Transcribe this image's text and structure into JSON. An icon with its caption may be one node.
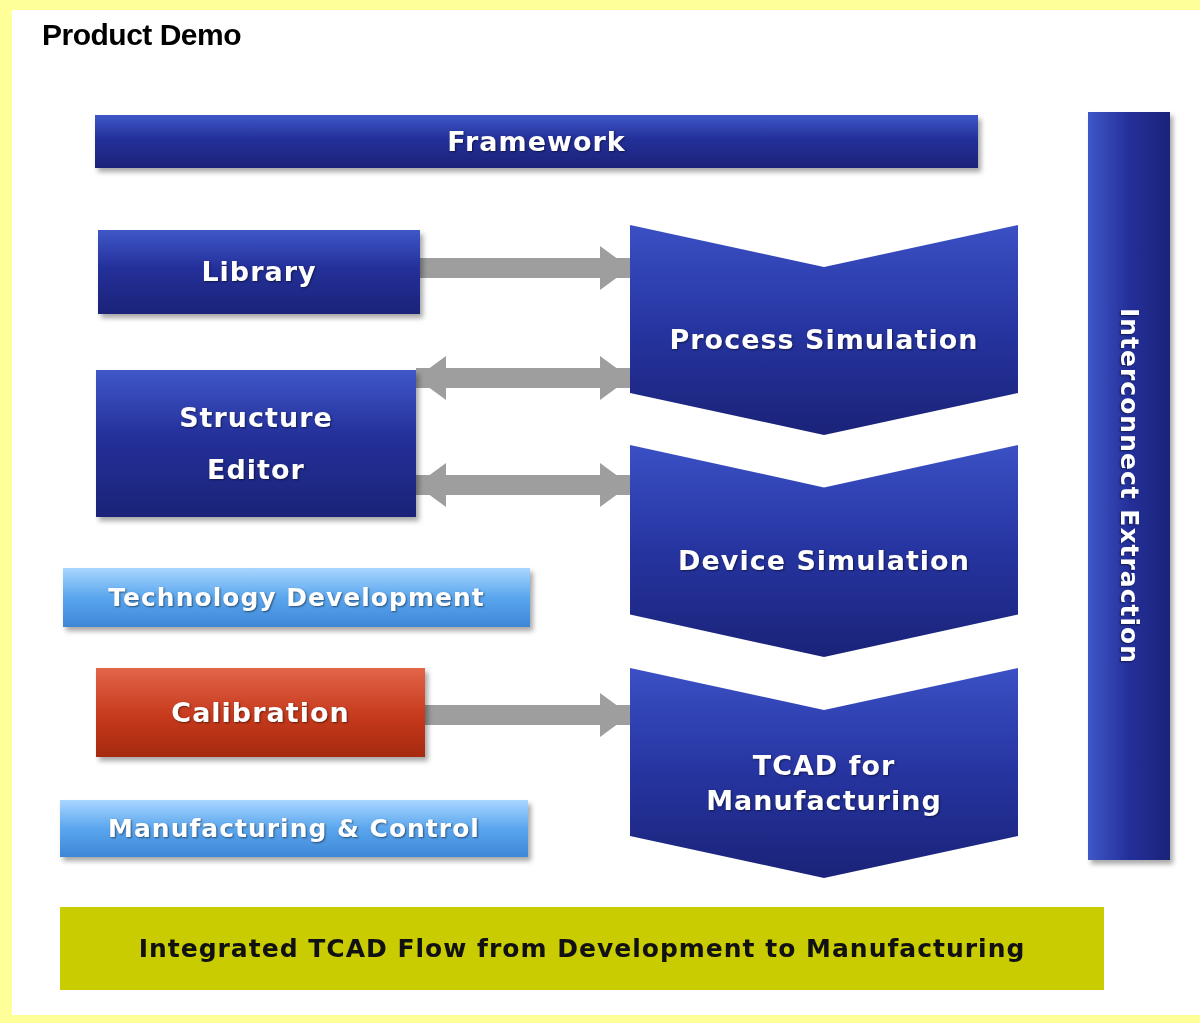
{
  "diagram": {
    "title": "Product Demo",
    "nodes": [
      {
        "text": [
          "Framework"
        ]
      },
      {
        "text": [
          "Interconnect Extraction"
        ]
      },
      {
        "text": [
          "Library"
        ]
      },
      {
        "text": [
          "Process Simulation"
        ]
      },
      {
        "text": [
          "Structure Editor"
        ]
      },
      {
        "text": [
          "Device Simulation"
        ]
      },
      {
        "text": [
          "Technology Development"
        ]
      },
      {
        "text": [
          "Calibration"
        ]
      },
      {
        "text": [
          "TCAD for Manufacturing"
        ]
      },
      {
        "text": [
          "Manufacturing & Control"
        ]
      },
      {
        "text": [
          "Integrated TCAD Flow from Development to Manufacturing"
        ]
      }
    ],
    "edges": [
      {
        "from": 2,
        "to": 3,
        "arrow": "to"
      },
      {
        "from": 4,
        "to": 3,
        "arrow": "both"
      },
      {
        "from": 4,
        "to": 5,
        "arrow": "both"
      },
      {
        "from": 7,
        "to": 8,
        "arrow": "to"
      }
    ]
  }
}
